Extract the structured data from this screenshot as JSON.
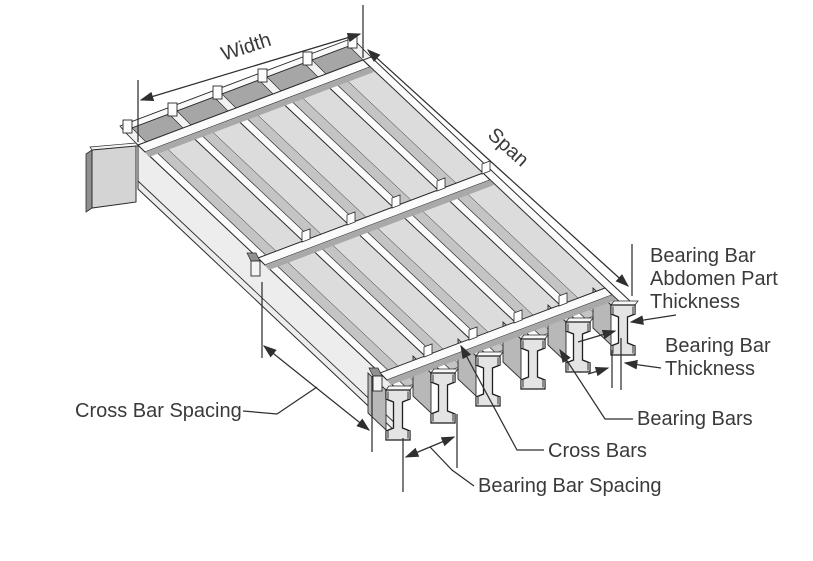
{
  "diagram": {
    "kind": "isometric line drawing of a steel bar grating panel with dimension callouts"
  },
  "labels": {
    "width": "Width",
    "span": "Span",
    "abdomen_line1": "Bearing Bar",
    "abdomen_line2": "Abdomen Part",
    "abdomen_line3": "Thickness",
    "thickness_line1": "Bearing Bar",
    "thickness_line2": "Thickness",
    "bearing_bars": "Bearing Bars",
    "cross_bars": "Cross Bars",
    "bearing_bar_spacing": "Bearing Bar Spacing",
    "cross_bar_spacing": "Cross Bar Spacing"
  },
  "colors": {
    "background": "#ffffff",
    "line": "#2f2f2f",
    "text": "#3a3a3a",
    "metal_top_white": "#fbfbfb",
    "metal_light": "#dcdcdc",
    "metal_mid": "#c4c4c4",
    "metal_dark_gap": "#a6a6a6",
    "metal_end_cap": "#8a8a8a"
  }
}
